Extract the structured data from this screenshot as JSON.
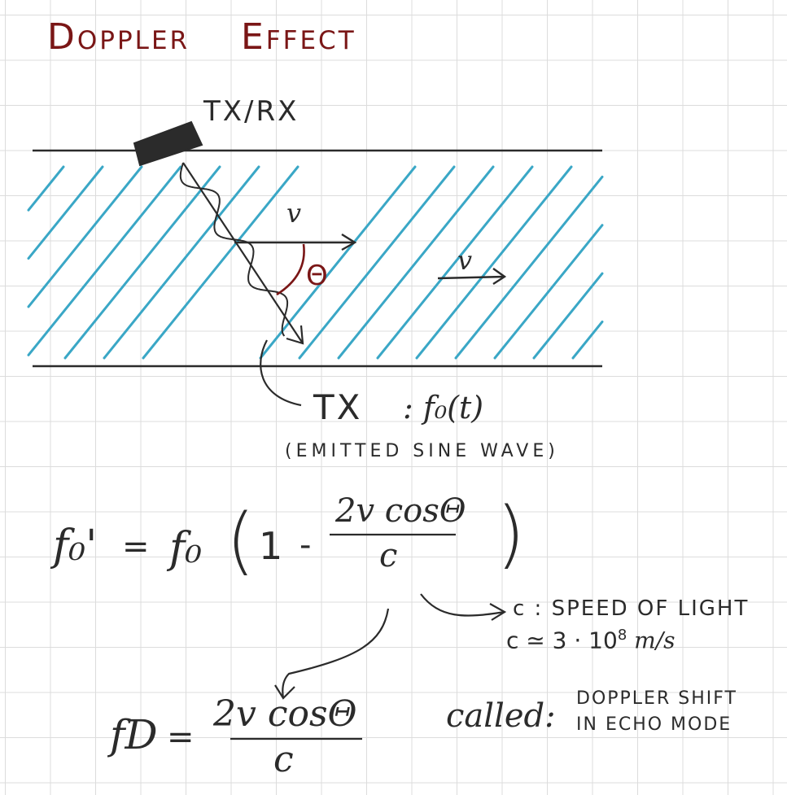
{
  "title": {
    "word1": "Doppler",
    "word2": "Effect"
  },
  "diagram": {
    "transducer_label": "TX/RX",
    "velocity_label_1": "v",
    "velocity_label_2": "v",
    "angle_label": "Θ",
    "tx_label": "TX",
    "tx_signal": ": f₀(t)",
    "tx_note": "(EMITTED SINE WAVE)"
  },
  "equation1": {
    "lhs": "f₀'",
    "equals": "=",
    "factor": "f₀",
    "open_paren": "(",
    "one": "1",
    "minus": "-",
    "numerator": "2v cosΘ",
    "denominator": "c",
    "close_paren": ")"
  },
  "note": {
    "line1": "c : SPEED OF LIGHT",
    "line2_prefix": "c ≃ 3 · 10",
    "line2_exp": "8",
    "line2_unit": "m/s"
  },
  "equation2": {
    "lhs": "fD",
    "equals": "=",
    "numerator": "2v cosΘ",
    "denominator": "c"
  },
  "called": {
    "label": "called:",
    "line1": "DOPPLER SHIFT",
    "line2": "IN ECHO MODE"
  },
  "colors": {
    "ink": "#2b2b2b",
    "red": "#7a1616",
    "blue": "#3aa7c6",
    "grid": "#dcdcdc"
  }
}
